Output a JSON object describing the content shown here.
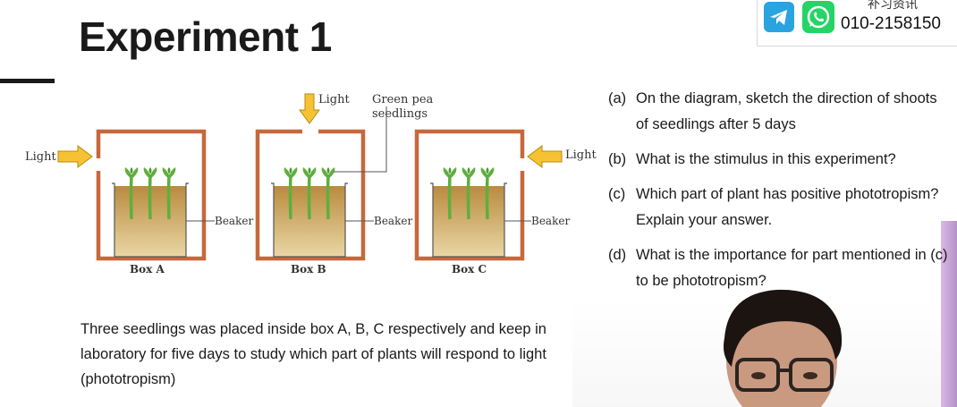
{
  "page": {
    "title": "Experiment 1"
  },
  "contact": {
    "chinese_text": "补习资讯",
    "phone": "010-2158150",
    "icons": [
      "telegram-icon",
      "whatsapp-icon"
    ],
    "colors": {
      "telegram": "#2aa3e0",
      "whatsapp": "#25d366"
    }
  },
  "diagram": {
    "light_label": "Light",
    "green_pea_label_line1": "Green pea",
    "green_pea_label_line2": "seedlings",
    "beaker_label": "Beaker",
    "box_labels": [
      "Box A",
      "Box B",
      "Box C"
    ],
    "colors": {
      "box": "#c8683a",
      "arrow": "#f6c234",
      "soil": "#c69a4a",
      "seedling": "#5fae3e"
    }
  },
  "questions": [
    {
      "letter": "(a)",
      "text": "On the diagram, sketch the direction of shoots of seedlings after 5 days"
    },
    {
      "letter": "(b)",
      "text": "What is the stimulus in this experiment?"
    },
    {
      "letter": "(c)",
      "text": "Which part of plant has positive phototropism? Explain your answer."
    },
    {
      "letter": "(d)",
      "text": "What is the importance for part mentioned in (c) to be phototropism?"
    }
  ],
  "description": "Three seedlings was placed inside box A, B, C respectively and keep in laboratory for five days to study which part of plants will respond to light (phototropism)"
}
